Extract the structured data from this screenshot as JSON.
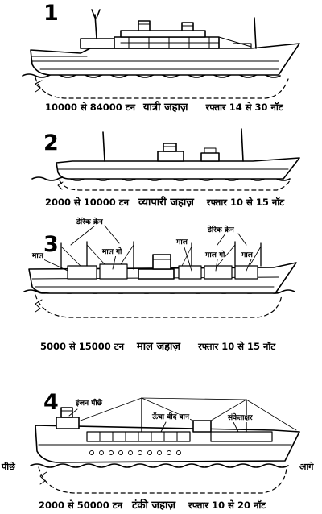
{
  "ships": [
    {
      "number": "1",
      "tonnage": "10000 से 84000 टन",
      "type": "यात्री जहाज़",
      "speed": "रफ्तार 14 से 30 नॉट"
    },
    {
      "number": "2",
      "tonnage": "2000 से 10000 टन",
      "type": "व्यापारी जहाज़",
      "speed": "रफ्तार 10 से 15 नॉट"
    },
    {
      "number": "3",
      "tonnage": "5000 से 15000 टन",
      "type": "माल जहाज़",
      "speed": "रफ्तार 10 से 15 नॉट",
      "labels": {
        "crane_left": "डेरिक क्रेन",
        "crane_right": "डेरिक क्रेन",
        "maal_1": "माल",
        "maal_2": "माल",
        "maal_3": "माल",
        "maal_go_1": "माल गो",
        "maal_go_2": "माल गो"
      }
    },
    {
      "number": "4",
      "tonnage": "2000 से 50000 टन",
      "type": "टंकी जहाज़",
      "speed": "रफ्तार 10 से 20 नॉट",
      "labels": {
        "engine": "इंजन पीछे",
        "mast": "ऊँचा वीद बान",
        "signal": "संकेताक्षर",
        "stern": "पीछे",
        "bow": "आगे"
      }
    }
  ]
}
